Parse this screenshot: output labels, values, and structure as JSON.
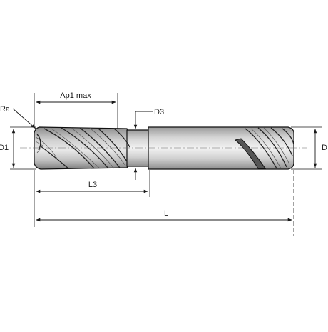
{
  "diagram": {
    "labels": {
      "corner_radius": "Rε",
      "cutting_length": "Ap1 max",
      "neck_diameter": "D3",
      "cutting_diameter": "D1",
      "shank_diameter": "D",
      "neck_length": "L3",
      "overall_length": "L"
    }
  }
}
